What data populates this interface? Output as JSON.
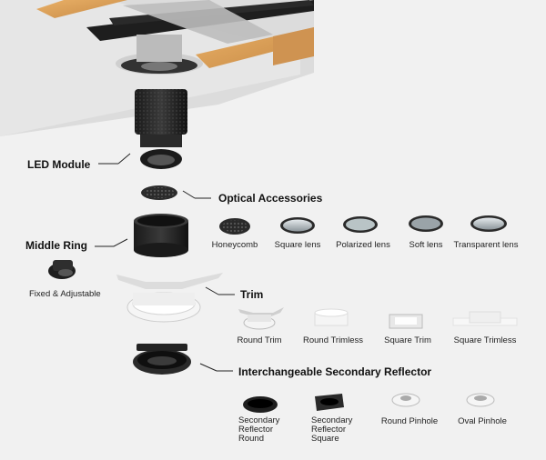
{
  "labels": {
    "led_module": "LED Module",
    "middle_ring": "Middle Ring",
    "fixed_adjustable": "Fixed & Adjustable",
    "optical_accessories": "Optical Accessories",
    "trim": "Trim",
    "secondary_reflector": "Interchangeable Secondary Reflector"
  },
  "optical_accessories": [
    "Honeycomb",
    "Square lens",
    "Polarized lens",
    "Soft lens",
    "Transparent lens"
  ],
  "trims": [
    "Round Trim",
    "Round Trimless",
    "Square Trim",
    "Square Trimless"
  ],
  "reflectors": [
    "Secondary Reflector Round",
    "Secondary Reflector Square",
    "Round Pinhole",
    "Oval Pinhole"
  ]
}
